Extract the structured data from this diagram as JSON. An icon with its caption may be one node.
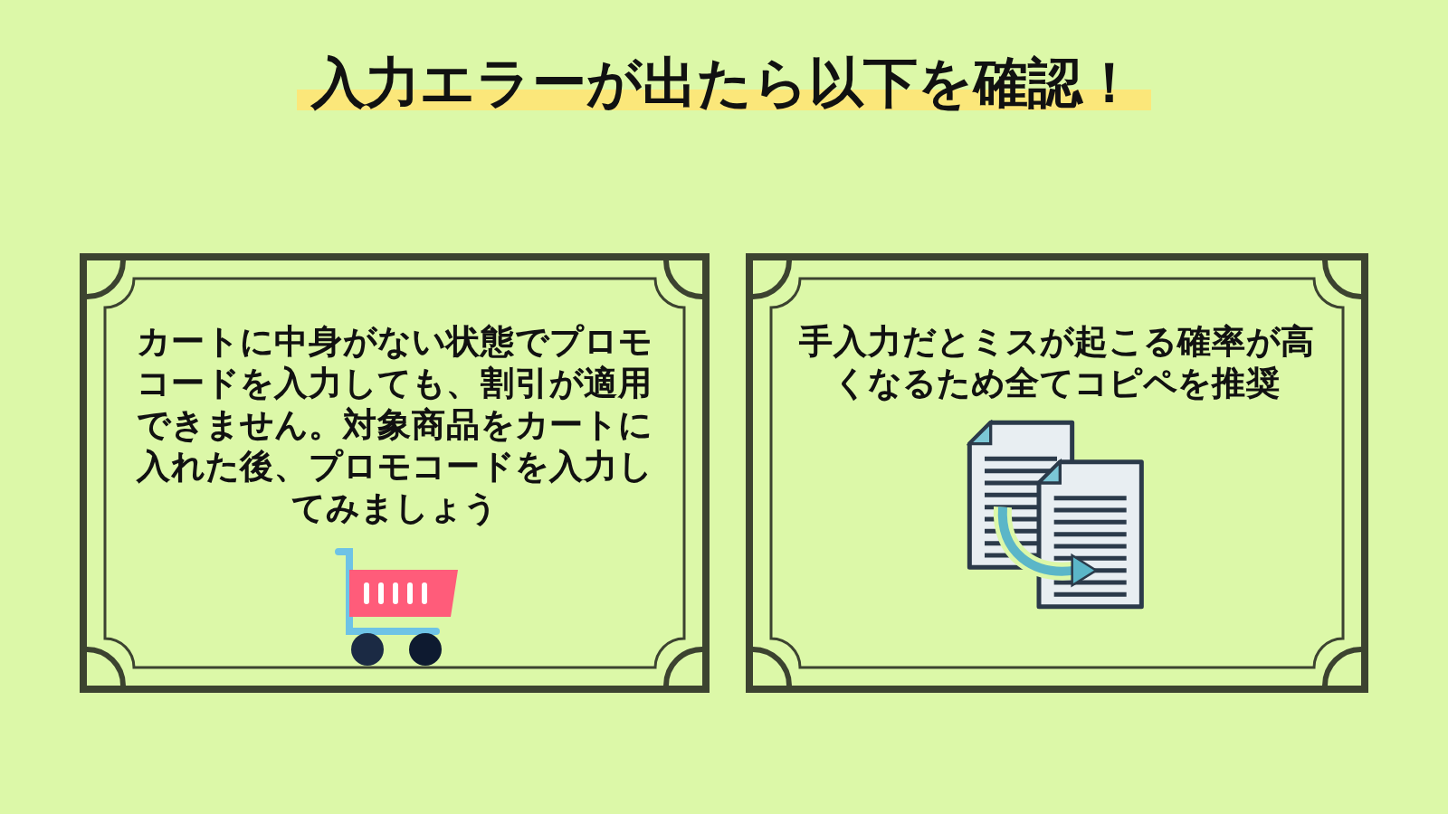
{
  "diagram": {
    "title": "入力エラーが出たら以下を確認！",
    "nodes": [
      {
        "text": [
          "カートに中身がない状態でプロモコードを入力しても、割引が適用できません。対象商品をカートに入れた後、プロモコードを入力してみましょう"
        ]
      },
      {
        "text": [
          "手入力だとミスが起こる確率が高くなるため全てコピペを推奨"
        ]
      }
    ],
    "edges": []
  }
}
